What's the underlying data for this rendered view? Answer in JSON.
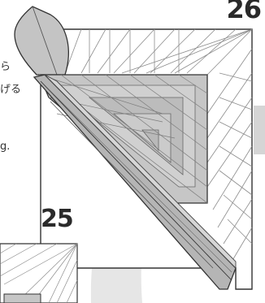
{
  "steps": {
    "current": "26",
    "previous": "25"
  },
  "cropped_text": {
    "jp_line_1": "ら",
    "jp_line_2": "げる",
    "en_line_1": "g."
  },
  "colors": {
    "paper_white": "#ffffff",
    "paper_gray": "#c9c9c9",
    "shadow_gray": "#b7b7b7",
    "crease_line": "#7d7d7d",
    "outline": "#333333",
    "arrow_shadow": "#e3e3e3"
  }
}
